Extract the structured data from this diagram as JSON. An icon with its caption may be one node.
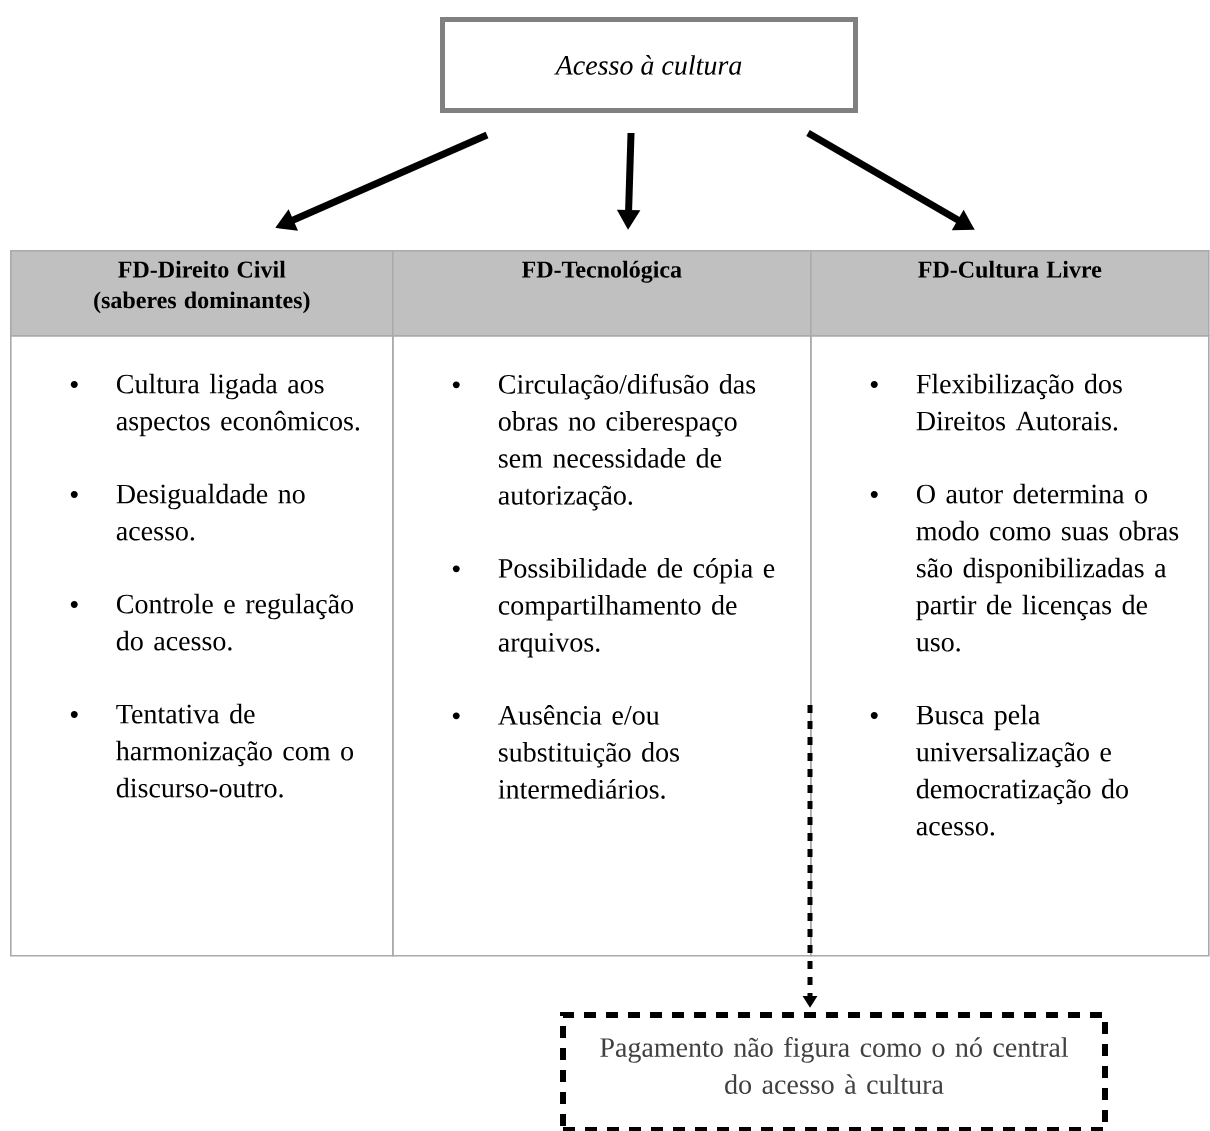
{
  "diagram": {
    "nodes": [
      {
        "text": [
          "Acesso à cultura"
        ]
      },
      {
        "text": [
          "FD-Direito Civil (saberes dominantes)"
        ]
      },
      {
        "text": [
          "FD-Tecnológica"
        ]
      },
      {
        "text": [
          "FD-Cultura Livre"
        ]
      },
      {
        "text": [
          "Cultura ligada aos aspectos econômicos.",
          "Desigualdade no acesso.",
          "Controle e regulação do acesso.",
          "Tentativa de harmonização com o discurso-outro."
        ]
      },
      {
        "text": [
          "Circulação/difusão das obras no ciberespaço sem necessidade de autorização.",
          "Possibilidade de cópia e compartilhamento de arquivos.",
          "Ausência e/ou substituição dos intermediários."
        ]
      },
      {
        "text": [
          "Flexibilização dos Direitos Autorais.",
          "O autor determina o modo como suas obras são disponibilizadas a partir de licenças de uso.",
          "Busca pela universalização e democratização do acesso."
        ]
      },
      {
        "text": [
          "Pagamento não figura como o nó central do acesso à cultura"
        ]
      }
    ],
    "edges": [
      {
        "from": 0,
        "to": 1,
        "arrow": "to"
      },
      {
        "from": 0,
        "to": 2,
        "arrow": "to"
      },
      {
        "from": 0,
        "to": 3,
        "arrow": "to"
      },
      {
        "from": 6,
        "to": 7,
        "arrow": "to",
        "style": "dashed"
      }
    ]
  }
}
